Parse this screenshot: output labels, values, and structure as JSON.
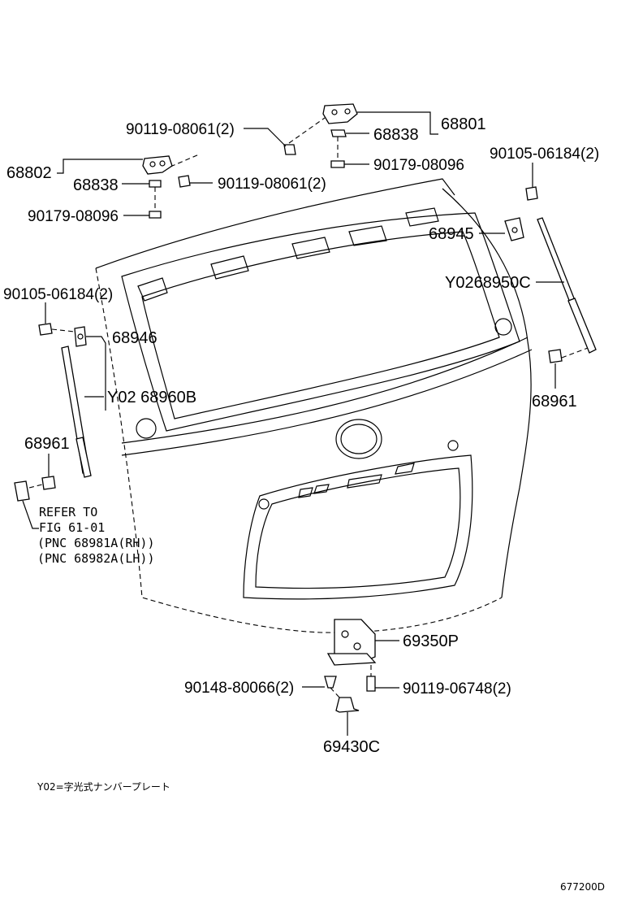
{
  "labels": {
    "p68801": "68801",
    "p68838_r": "68838",
    "p90119_08061_r": "90119-08061(2)",
    "p90179_08096_r": "90179-08096",
    "p68802": "68802",
    "p68838_l": "68838",
    "p90119_08061_l": "90119-08061(2)",
    "p90179_08096_l": "90179-08096",
    "p90105_06184_r": "90105-06184(2)",
    "p68945": "68945",
    "p68950c": "Y0268950C",
    "p90105_06184_l": "90105-06184(2)",
    "p68946": "68946",
    "p68960b": "Y02 68960B",
    "p68961_r": "68961",
    "p68961_l": "68961",
    "refer_1": "REFER TO",
    "refer_2": "FIG 61-01",
    "refer_3": "(PNC 68981A(RH))",
    "refer_4": "(PNC 68982A(LH))",
    "p69350p": "69350P",
    "p90148_80066": "90148-80066(2)",
    "p90119_06748": "90119-06748(2)",
    "p69430c": "69430C",
    "note": "Y02=字光式ナンバープレート",
    "fig_code": "677200D"
  }
}
